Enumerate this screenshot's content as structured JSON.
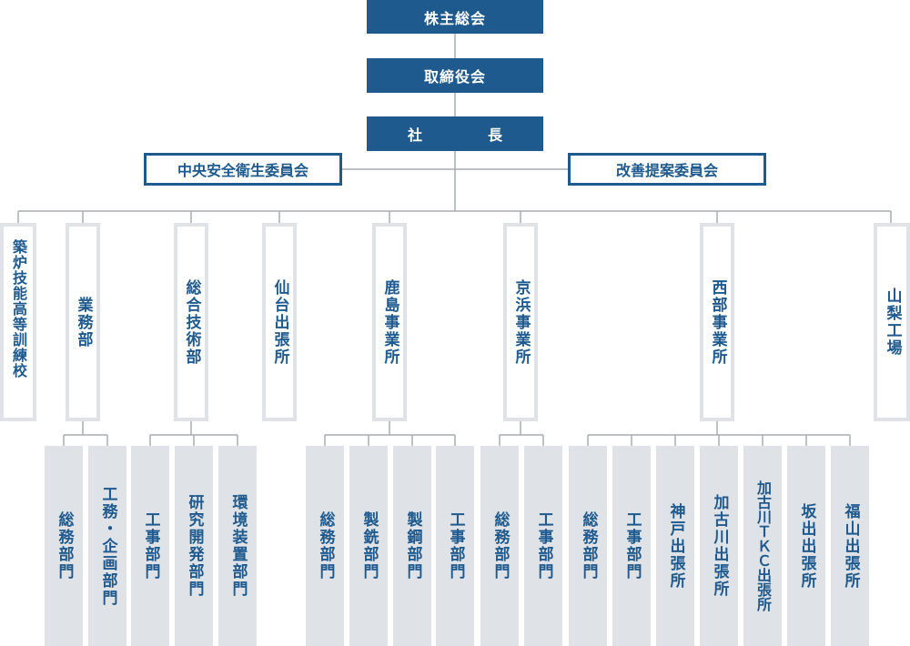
{
  "top": {
    "shareholders": "株主総会",
    "board": "取締役会",
    "president": "社　長"
  },
  "committees": {
    "safety": "中央安全衛生委員会",
    "improvement": "改善提案委員会"
  },
  "units": [
    "築炉技能高等訓練校",
    "業務部",
    "総合技術部",
    "仙台出張所",
    "鹿島事業所",
    "京浜事業所",
    "西部事業所",
    "山梨工場"
  ],
  "depts": {
    "gyomu": [
      "総務部門",
      "工務・企画部門"
    ],
    "sogo": [
      "工事部門",
      "研究開発部門",
      "環境装置部門"
    ],
    "kashima": [
      "総務部門",
      "製銑部門",
      "製鋼部門",
      "工事部門"
    ],
    "keihin": [
      "総務部門",
      "工事部門"
    ],
    "seibu": [
      "総務部門",
      "工事部門",
      "神戸出張所",
      "加古川出張所",
      "加古川ＴＫＣ出張所",
      "坂出出張所",
      "福山出張所"
    ]
  },
  "colors": {
    "navy": "#1f5a8f",
    "gray": "#dfe2e6",
    "line": "#a9aeb4"
  }
}
